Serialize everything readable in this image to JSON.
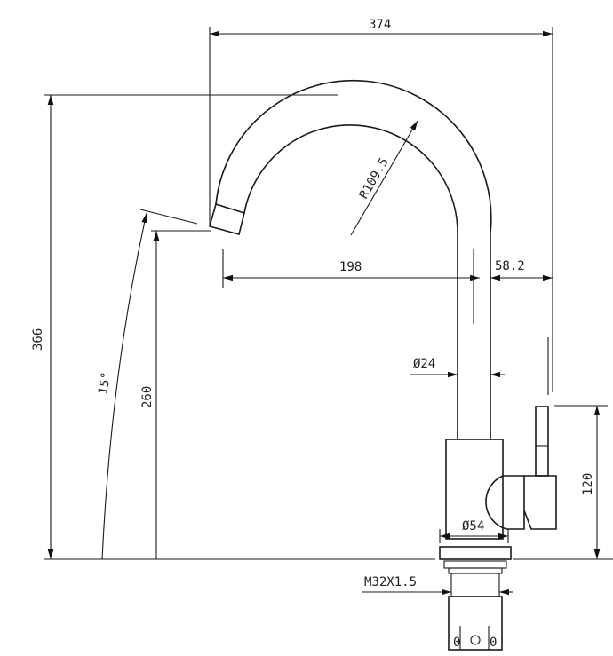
{
  "drawing": {
    "overall_width": "374",
    "overall_height": "366",
    "spout_radius": "R109.5",
    "spout_reach": "198",
    "handle_offset": "58.2",
    "pipe_diameter": "Ø24",
    "spout_height": "260",
    "swing_angle": "15°",
    "handle_height": "120",
    "body_diameter": "Ø54",
    "thread": "M32X1.5"
  }
}
